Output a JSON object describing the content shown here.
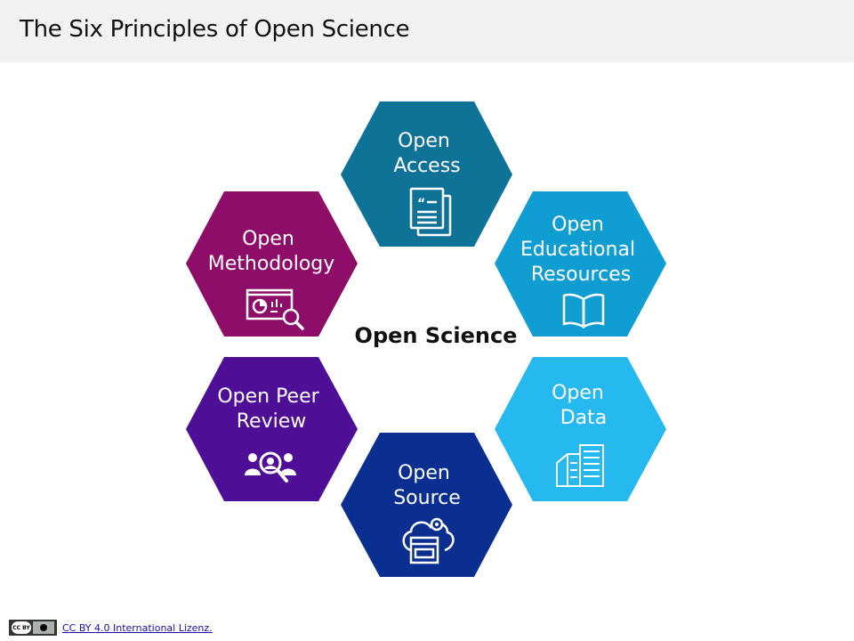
{
  "title": "The Six Principles of Open Science",
  "center_label": "Open Science",
  "principles": [
    {
      "lines": [
        "Open",
        "Access"
      ],
      "color": "#0f7398",
      "icon": "document-quote-icon"
    },
    {
      "lines": [
        "Open",
        "Educational",
        "Resources"
      ],
      "color": "#109ed2",
      "icon": "open-book-icon"
    },
    {
      "lines": [
        "Open",
        "Data"
      ],
      "color": "#25b9ef",
      "icon": "server-rack-icon"
    },
    {
      "lines": [
        "Open",
        "Source"
      ],
      "color": "#0b2e91",
      "icon": "cloud-code-icon"
    },
    {
      "lines": [
        "Open Peer",
        "Review"
      ],
      "color": "#4e0f96",
      "icon": "people-search-icon"
    },
    {
      "lines": [
        "Open",
        "Methodology"
      ],
      "color": "#8e0d69",
      "icon": "analytics-search-icon"
    }
  ],
  "footer": {
    "license_badge": "CC BY",
    "license_link": "CC BY 4.0 International Lizenz."
  }
}
